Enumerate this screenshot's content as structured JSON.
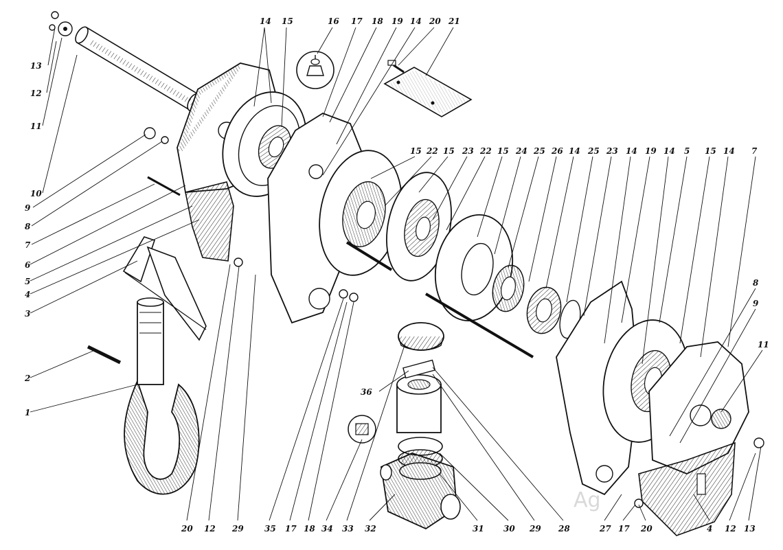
{
  "diagram": {
    "top_labels": [
      "14",
      "15",
      "16",
      "17",
      "18",
      "19",
      "14",
      "20",
      "21"
    ],
    "mid_labels": [
      "15",
      "22",
      "15",
      "23",
      "22",
      "15",
      "24",
      "25",
      "26",
      "14",
      "25",
      "23",
      "14",
      "19",
      "14",
      "5",
      "15",
      "14",
      "7"
    ],
    "left_labels": [
      "13",
      "12",
      "11",
      "10",
      "9",
      "8",
      "7",
      "6",
      "5",
      "4",
      "3",
      "2",
      "1"
    ],
    "bottom_labels": [
      "20",
      "12",
      "29",
      "35",
      "17",
      "18",
      "34",
      "33",
      "32",
      "31",
      "30",
      "29",
      "28",
      "27",
      "17",
      "20",
      "4",
      "12",
      "13"
    ],
    "right_labels": [
      "8",
      "9",
      "11"
    ],
    "side_label_36": "36",
    "watermark": "Ag"
  }
}
